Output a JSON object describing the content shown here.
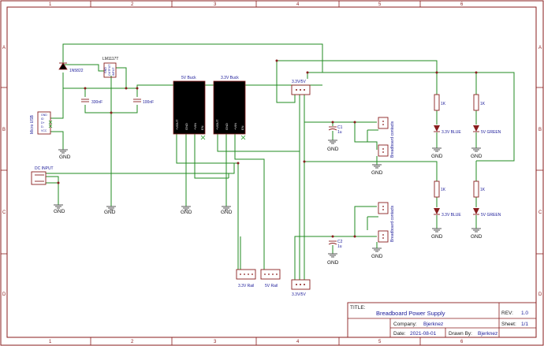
{
  "grid": {
    "columns": [
      "1",
      "2",
      "3",
      "4",
      "5",
      "6"
    ],
    "rows": [
      "A",
      "B",
      "C",
      "D"
    ]
  },
  "components": {
    "diode": "1N5822",
    "regulator": "LM1117T",
    "regulator_pins": [
      "GND",
      "OUTPUT",
      "INPUT"
    ],
    "cap_330n": "330nF",
    "cap_100n": "100nF",
    "usb": "Micro USB",
    "usb_pins": [
      "GND",
      "ID",
      "D+",
      "D-",
      "VCC"
    ],
    "dc_input": "DC INPUT",
    "buck_5v": "5V Buck",
    "buck_3v3": "3.3V Buck",
    "buck_pins": [
      "+VOUT",
      "GND",
      "+VIN",
      "EN"
    ],
    "jumper_top": "3.3V/5V",
    "jumper_bottom": "3.3V/5V",
    "c1": "C1",
    "c1_val": "1u",
    "c2": "C2",
    "c2_val": "1u",
    "breadboard_top": "Breadboard contacts",
    "breadboard_bottom": "Breadboard contacts",
    "rail_3v3": "3.3V Rail",
    "rail_5v": "5V Rail",
    "r1": "1K",
    "r2": "1K",
    "r3": "1K",
    "r4": "1K",
    "led1": "3.3V BLUE",
    "led2": "5V GREEN",
    "led3": "3.3V BLUE",
    "led4": "5V GREEN",
    "gnd": "GND"
  },
  "title_block": {
    "title_label": "TITLE:",
    "title": "Breadboard Power Supply",
    "rev_label": "REV:",
    "rev": "1.0",
    "company_label": "Company:",
    "company": "Bjerknez",
    "sheet_label": "Sheet:",
    "sheet": "1/1",
    "date_label": "Date:",
    "date": "2021-08-01",
    "drawn_label": "Drawn By:",
    "drawn_by": "Bjerknez"
  }
}
